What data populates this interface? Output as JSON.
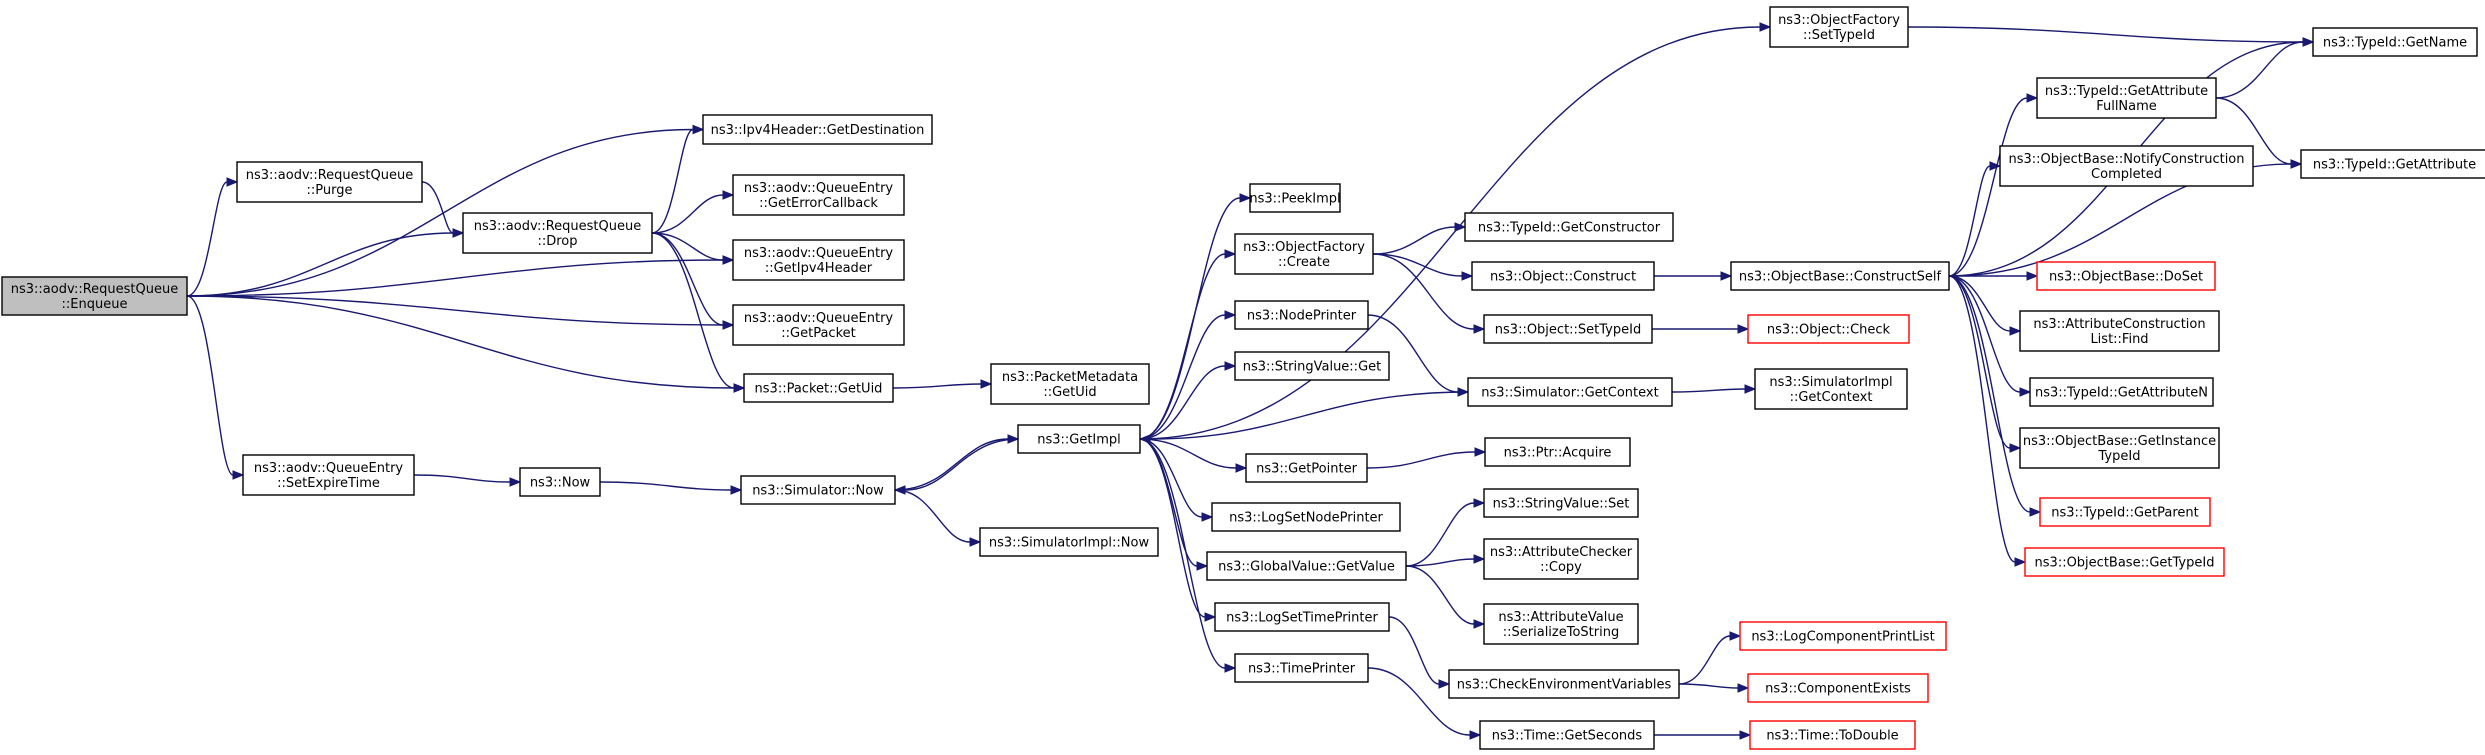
{
  "graph": {
    "title": "",
    "colors": {
      "edge": "#191970",
      "node_border": "#000000",
      "root_fill": "#bfbfbf",
      "truncated_border": "#ff0000",
      "node_fill": "#ffffff"
    },
    "nodes": [
      {
        "id": "enqueue",
        "lines": [
          "ns3::aodv::RequestQueue",
          "::Enqueue"
        ],
        "root": true
      },
      {
        "id": "purge",
        "lines": [
          "ns3::aodv::RequestQueue",
          "::Purge"
        ]
      },
      {
        "id": "drop",
        "lines": [
          "ns3::aodv::RequestQueue",
          "::Drop"
        ]
      },
      {
        "id": "getdest",
        "lines": [
          "ns3::Ipv4Header::GetDestination"
        ]
      },
      {
        "id": "geterrcb",
        "lines": [
          "ns3::aodv::QueueEntry",
          "::GetErrorCallback"
        ]
      },
      {
        "id": "getipv4hdr",
        "lines": [
          "ns3::aodv::QueueEntry",
          "::GetIpv4Header"
        ]
      },
      {
        "id": "getpacket",
        "lines": [
          "ns3::aodv::QueueEntry",
          "::GetPacket"
        ]
      },
      {
        "id": "getuid",
        "lines": [
          "ns3::Packet::GetUid"
        ]
      },
      {
        "id": "pmgetuid",
        "lines": [
          "ns3::PacketMetadata",
          "::GetUid"
        ]
      },
      {
        "id": "setexpire",
        "lines": [
          "ns3::aodv::QueueEntry",
          "::SetExpireTime"
        ]
      },
      {
        "id": "now",
        "lines": [
          "ns3::Now"
        ]
      },
      {
        "id": "simnow",
        "lines": [
          "ns3::Simulator::Now"
        ]
      },
      {
        "id": "simimplnow",
        "lines": [
          "ns3::SimulatorImpl::Now"
        ]
      },
      {
        "id": "getimpl",
        "lines": [
          "ns3::GetImpl"
        ]
      },
      {
        "id": "peekimpl",
        "lines": [
          "ns3::PeekImpl"
        ]
      },
      {
        "id": "ofcreate",
        "lines": [
          "ns3::ObjectFactory",
          "::Create"
        ]
      },
      {
        "id": "nodeprinter",
        "lines": [
          "ns3::NodePrinter"
        ]
      },
      {
        "id": "strget",
        "lines": [
          "ns3::StringValue::Get"
        ]
      },
      {
        "id": "getpointer",
        "lines": [
          "ns3::GetPointer"
        ]
      },
      {
        "id": "logsetnode",
        "lines": [
          "ns3::LogSetNodePrinter"
        ]
      },
      {
        "id": "gvgetvalue",
        "lines": [
          "ns3::GlobalValue::GetValue"
        ]
      },
      {
        "id": "logsettime",
        "lines": [
          "ns3::LogSetTimePrinter"
        ]
      },
      {
        "id": "timeprinter",
        "lines": [
          "ns3::TimePrinter"
        ]
      },
      {
        "id": "ofsettype",
        "lines": [
          "ns3::ObjectFactory",
          "::SetTypeId"
        ]
      },
      {
        "id": "getctor",
        "lines": [
          "ns3::TypeId::GetConstructor"
        ]
      },
      {
        "id": "objconstruct",
        "lines": [
          "ns3::Object::Construct"
        ]
      },
      {
        "id": "objsettype",
        "lines": [
          "ns3::Object::SetTypeId"
        ]
      },
      {
        "id": "simgetctx",
        "lines": [
          "ns3::Simulator::GetContext"
        ]
      },
      {
        "id": "ptracquire",
        "lines": [
          "ns3::Ptr::Acquire"
        ]
      },
      {
        "id": "strset",
        "lines": [
          "ns3::StringValue::Set"
        ]
      },
      {
        "id": "accopy",
        "lines": [
          "ns3::AttributeChecker",
          "::Copy"
        ]
      },
      {
        "id": "avser",
        "lines": [
          "ns3::AttributeValue",
          "::SerializeToString"
        ]
      },
      {
        "id": "checkenv",
        "lines": [
          "ns3::CheckEnvironmentVariables"
        ]
      },
      {
        "id": "getseconds",
        "lines": [
          "ns3::Time::GetSeconds"
        ]
      },
      {
        "id": "constructself",
        "lines": [
          "ns3::ObjectBase::ConstructSelf"
        ]
      },
      {
        "id": "objcheck",
        "lines": [
          "ns3::Object::Check"
        ],
        "truncated": true
      },
      {
        "id": "simimplctx",
        "lines": [
          "ns3::SimulatorImpl",
          "::GetContext"
        ]
      },
      {
        "id": "logcomp",
        "lines": [
          "ns3::LogComponentPrintList"
        ],
        "truncated": true
      },
      {
        "id": "compexists",
        "lines": [
          "ns3::ComponentExists"
        ],
        "truncated": true
      },
      {
        "id": "todouble",
        "lines": [
          "ns3::Time::ToDouble"
        ],
        "truncated": true
      },
      {
        "id": "getname",
        "lines": [
          "ns3::TypeId::GetName"
        ]
      },
      {
        "id": "getattrfull",
        "lines": [
          "ns3::TypeId::GetAttribute",
          "FullName"
        ]
      },
      {
        "id": "notifyctor",
        "lines": [
          "ns3::ObjectBase::NotifyConstruction",
          "Completed"
        ]
      },
      {
        "id": "doset",
        "lines": [
          "ns3::ObjectBase::DoSet"
        ],
        "truncated": true
      },
      {
        "id": "attrfind",
        "lines": [
          "ns3::AttributeConstruction",
          "List::Find"
        ]
      },
      {
        "id": "getattrn",
        "lines": [
          "ns3::TypeId::GetAttributeN"
        ]
      },
      {
        "id": "getinst",
        "lines": [
          "ns3::ObjectBase::GetInstance",
          "TypeId"
        ]
      },
      {
        "id": "getparent",
        "lines": [
          "ns3::TypeId::GetParent"
        ],
        "truncated": true
      },
      {
        "id": "gettypeid",
        "lines": [
          "ns3::ObjectBase::GetTypeId"
        ],
        "truncated": true
      },
      {
        "id": "getattr",
        "lines": [
          "ns3::TypeId::GetAttribute"
        ]
      }
    ]
  }
}
